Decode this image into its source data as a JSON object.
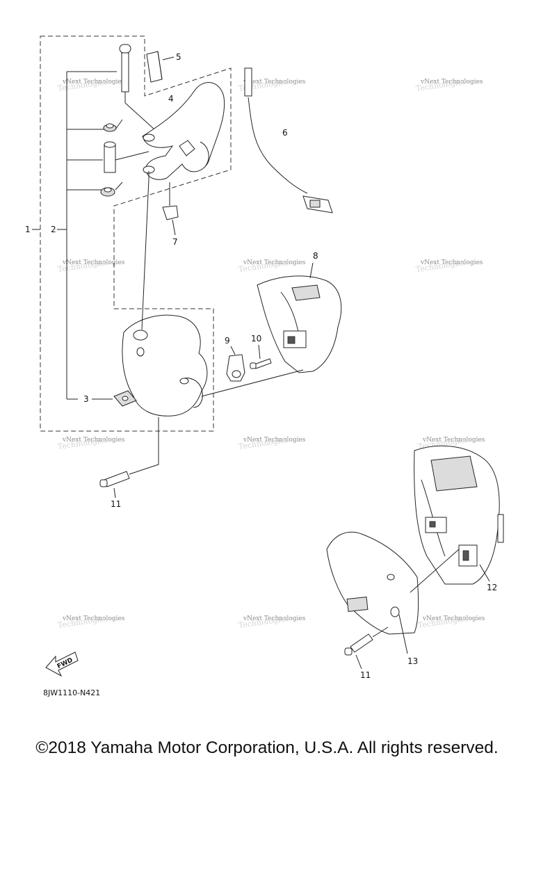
{
  "diagram": {
    "callouts": [
      "1",
      "2",
      "3",
      "4",
      "5",
      "6",
      "7",
      "8",
      "9",
      "10",
      "11",
      "11",
      "12",
      "13"
    ],
    "watermark": {
      "line1": "vNext Technologies",
      "line2": "Technologies"
    },
    "fwd_label": "FWD",
    "diagram_code": "8JW1110-N421"
  },
  "footer": {
    "copyright": "©2018 Yamaha Motor Corporation, U.S.A. All rights reserved."
  }
}
